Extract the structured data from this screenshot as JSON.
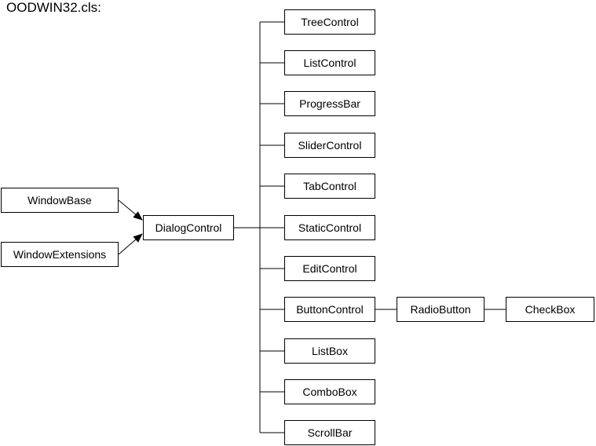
{
  "title": "OODWIN32.cls:",
  "colors": {
    "line": "#000000",
    "box_border": "#000000",
    "background": "#ffffff"
  },
  "nodes": {
    "windowbase": "WindowBase",
    "windowextensions": "WindowExtensions",
    "dialogcontrol": "DialogControl",
    "treecontrol": "TreeControl",
    "listcontrol": "ListControl",
    "progressbar": "ProgressBar",
    "slidercontrol": "SliderControl",
    "tabcontrol": "TabControl",
    "staticcontrol": "StaticControl",
    "editcontrol": "EditControl",
    "buttoncontrol": "ButtonControl",
    "listbox": "ListBox",
    "combobox": "ComboBox",
    "scrollbar": "ScrollBar",
    "radiobutton": "RadioButton",
    "checkbox": "CheckBox"
  },
  "edges": [
    {
      "from": "windowbase",
      "to": "dialogcontrol",
      "arrow": true
    },
    {
      "from": "windowextensions",
      "to": "dialogcontrol",
      "arrow": true
    },
    {
      "from": "dialogcontrol",
      "to": "treecontrol",
      "arrow": false
    },
    {
      "from": "dialogcontrol",
      "to": "listcontrol",
      "arrow": false
    },
    {
      "from": "dialogcontrol",
      "to": "progressbar",
      "arrow": false
    },
    {
      "from": "dialogcontrol",
      "to": "slidercontrol",
      "arrow": false
    },
    {
      "from": "dialogcontrol",
      "to": "tabcontrol",
      "arrow": false
    },
    {
      "from": "dialogcontrol",
      "to": "staticcontrol",
      "arrow": false
    },
    {
      "from": "dialogcontrol",
      "to": "editcontrol",
      "arrow": false
    },
    {
      "from": "dialogcontrol",
      "to": "buttoncontrol",
      "arrow": false
    },
    {
      "from": "dialogcontrol",
      "to": "listbox",
      "arrow": false
    },
    {
      "from": "dialogcontrol",
      "to": "combobox",
      "arrow": false
    },
    {
      "from": "dialogcontrol",
      "to": "scrollbar",
      "arrow": false
    },
    {
      "from": "buttoncontrol",
      "to": "radiobutton",
      "arrow": false
    },
    {
      "from": "radiobutton",
      "to": "checkbox",
      "arrow": false
    }
  ]
}
